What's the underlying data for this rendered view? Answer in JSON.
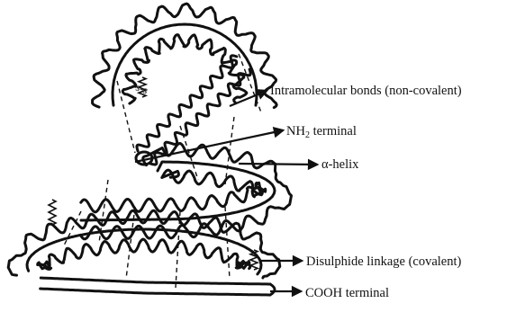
{
  "diagram": {
    "labels": {
      "intramolecular_bonds": "Intramolecular bonds (non-covalent)",
      "nh2_prefix": "NH",
      "nh2_sub": "2",
      "nh2_suffix": " terminal",
      "alpha_helix": "α-helix",
      "disulphide": "Disulphide linkage (covalent)",
      "cooh": "COOH terminal"
    },
    "ss_text": "s-s",
    "colors": {
      "ink": "#111111",
      "background": "#ffffff"
    }
  }
}
